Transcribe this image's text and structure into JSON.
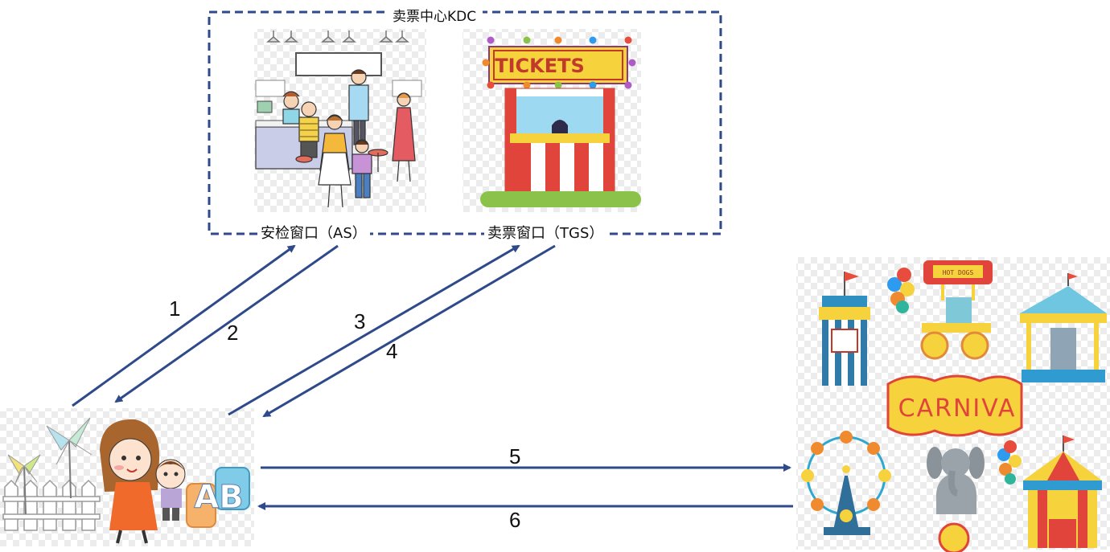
{
  "kdc": {
    "title": "卖票中心KDC"
  },
  "windows": {
    "as": {
      "label": "安检窗口（AS）"
    },
    "tgs": {
      "label": "卖票窗口（TGS）",
      "sign": "TICKETS"
    }
  },
  "steps": [
    "1",
    "2",
    "3",
    "4",
    "5",
    "6"
  ],
  "service": {
    "banner": "CARNIVA",
    "cart_sign": "HOT DOGS"
  },
  "client": {
    "blocks": "AB"
  },
  "colors": {
    "arrow": "#2f4a8a",
    "dash": "#2f4a8a"
  }
}
